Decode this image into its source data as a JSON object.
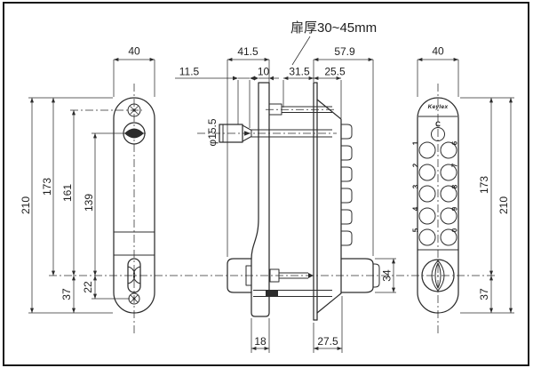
{
  "note": {
    "door_thickness_label": "扉厚30~45mm"
  },
  "left_view": {
    "width": "40",
    "height": "210",
    "dim_173": "173",
    "dim_161": "161",
    "dim_139": "139",
    "dim_37": "37",
    "dim_22": "22"
  },
  "section_view": {
    "inside_depth": "41.5",
    "spindle_protrusion": "11.5",
    "plate_thickness": "10",
    "case_inner": "31.5",
    "case_outer": "25.5",
    "outside_depth": "57.9",
    "spindle_dia": "φ15.5",
    "foot_width": "18",
    "case_depth": "27.5",
    "knob_dia": "34"
  },
  "right_view": {
    "width": "40",
    "height": "210",
    "dim_173": "173",
    "dim_37": "37",
    "logo": "Keylex",
    "clear_button": "C",
    "digits_left": [
      "1",
      "2",
      "3",
      "4",
      "5"
    ],
    "digits_right": [
      "6",
      "7",
      "8",
      "9",
      "0"
    ]
  },
  "colors": {
    "line": "#2c2c2c",
    "background": "#ffffff",
    "frame": "#161616"
  }
}
